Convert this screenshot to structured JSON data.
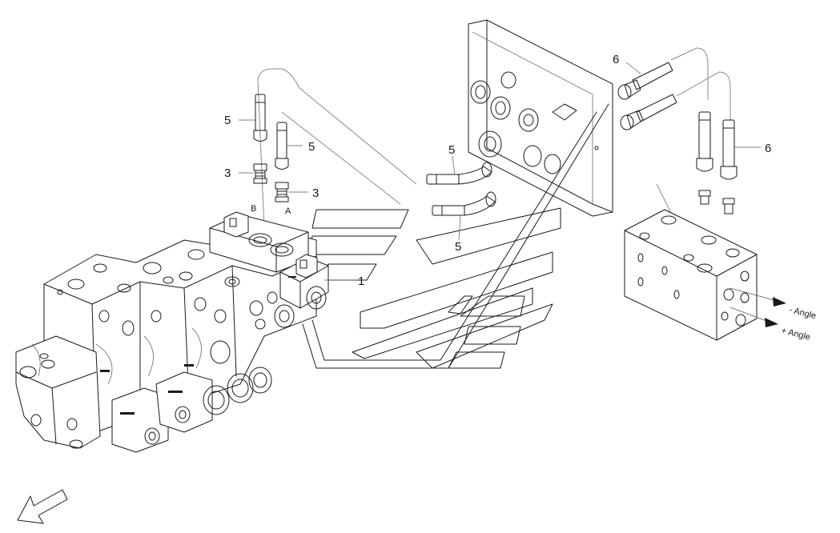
{
  "callouts": {
    "c1": "1",
    "c3a": "3",
    "c3b": "3",
    "c5a": "5",
    "c5b": "5",
    "c5c": "5",
    "c5d": "5",
    "c6a": "6",
    "c6b": "6"
  },
  "port_labels": {
    "b": "B",
    "a": "A"
  },
  "angle_labels": {
    "top": "- Angle",
    "bottom": "+ Angle"
  },
  "colors": {
    "line": "#1a1a1a",
    "background": "#ffffff"
  },
  "icons": [
    "direction-arrow-icon"
  ]
}
